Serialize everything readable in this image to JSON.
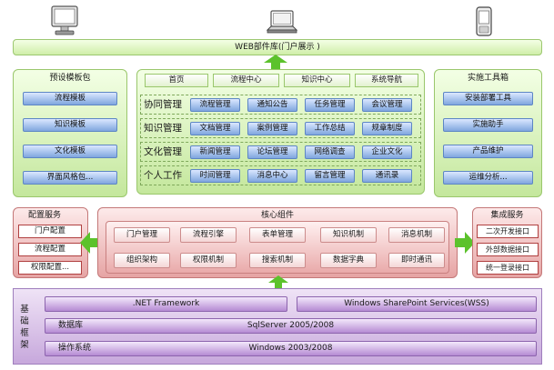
{
  "devices": {
    "left_icon": "desktop-monitor-icon",
    "middle_icon": "laptop-icon",
    "right_icon": "mobile-phone-icon"
  },
  "web_parts": {
    "label": "WEB部件库(门户展示 )"
  },
  "preset_templates": {
    "title": "预设模板包",
    "items": [
      "流程模板",
      "知识模板",
      "文化模板",
      "界面风格包..."
    ]
  },
  "nav_tabs": [
    "首页",
    "流程中心",
    "知识中心",
    "系统导航"
  ],
  "management": [
    {
      "label": "协同管理",
      "items": [
        "流程管理",
        "通知公告",
        "任务管理",
        "会议管理"
      ]
    },
    {
      "label": "知识管理",
      "items": [
        "文档管理",
        "案例管理",
        "工作总结",
        "规章制度"
      ]
    },
    {
      "label": "文化管理",
      "items": [
        "新闻管理",
        "论坛管理",
        "网络调查",
        "企业文化"
      ]
    },
    {
      "label": "个人工作",
      "items": [
        "时间管理",
        "消息中心",
        "留言管理",
        "通讯录"
      ]
    }
  ],
  "tools": {
    "title": "实施工具箱",
    "items": [
      "安装部署工具",
      "实施助手",
      "产品维护",
      "运维分析..."
    ]
  },
  "config_service": {
    "title": "配置服务",
    "items": [
      "门户配置",
      "流程配置",
      "权限配置..."
    ]
  },
  "core_components": {
    "title": "核心组件",
    "row1": [
      "门户管理",
      "流程引擎",
      "表单管理",
      "知识机制",
      "消息机制"
    ],
    "row2": [
      "组织架构",
      "权限机制",
      "搜索机制",
      "数据字典",
      "即时通讯"
    ]
  },
  "integration_service": {
    "title": "集成服务",
    "items": [
      "二次开发接口",
      "外部数据接口",
      "统一登录接口"
    ]
  },
  "foundation": {
    "vertical_label": [
      "基",
      "础",
      "框",
      "架"
    ],
    "net": ".NET Framework",
    "wss": "Windows SharePoint Services(WSS)",
    "db_label": "数据库",
    "db_value": "SqlServer 2005/2008",
    "os_label": "操作系统",
    "os_value": "Windows 2003/2008"
  },
  "colors": {
    "green_panel": "#c4e79c",
    "blue_button": "#7fa6de",
    "red_panel": "#e6a4a4",
    "purple_panel": "#c7a8dc",
    "arrow_green": "#5cc22c"
  }
}
